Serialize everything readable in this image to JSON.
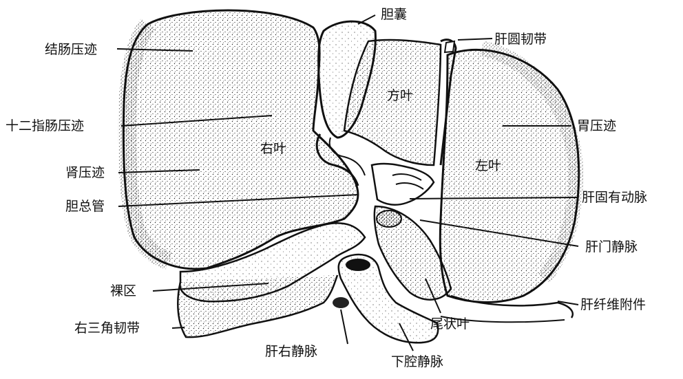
{
  "labels": {
    "gallbladder": "胆囊",
    "round_ligament": "肝圆韧带",
    "colic_impression": "结肠压迹",
    "duodenal_impression": "十二指肠压迹",
    "gastric_impression": "胃压迹",
    "quadrate_lobe": "方叶",
    "right_lobe": "右叶",
    "left_lobe": "左叶",
    "renal_impression": "肾压迹",
    "common_bile_duct": "胆总管",
    "proper_hepatic_artery": "肝固有动脉",
    "hepatic_portal_vein": "肝门静脉",
    "bare_area": "裸区",
    "fibrous_appendix": "肝纤维附件",
    "right_triangular_ligament": "右三角韧带",
    "caudate_lobe": "尾状叶",
    "right_hepatic_vein": "肝右静脉",
    "inferior_vena_cava": "下腔静脉"
  },
  "colors": {
    "ink": "#111111",
    "paper": "#ffffff"
  }
}
